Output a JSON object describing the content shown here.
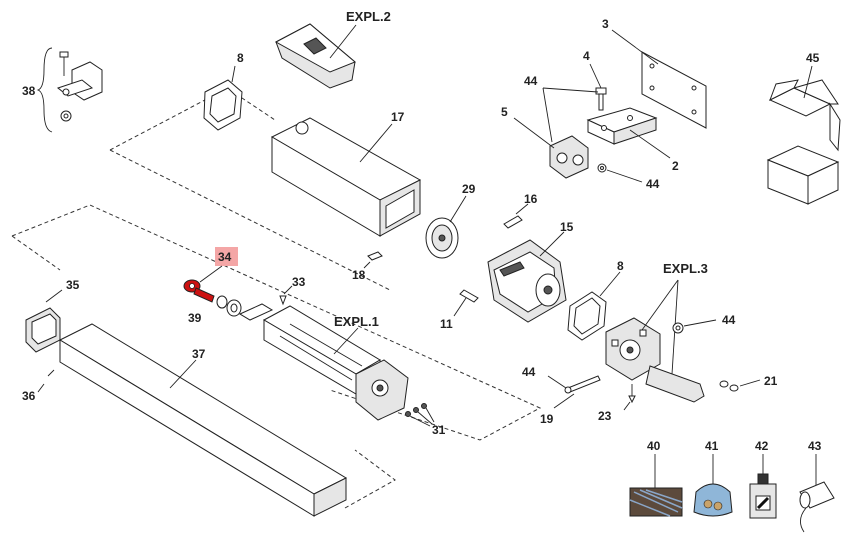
{
  "diagram": {
    "highlight_color": "#f4a6a6",
    "part_highlight_color": "#cc1111",
    "labels": {
      "expl2": "EXPL.2",
      "expl1": "EXPL.1",
      "expl3": "EXPL.3",
      "p38": "38",
      "p8a": "8",
      "p17": "17",
      "p18": "18",
      "p29": "29",
      "p3": "3",
      "p4": "4",
      "p44a": "44",
      "p5": "5",
      "p2": "2",
      "p44b": "44",
      "p45": "45",
      "p16": "16",
      "p15": "15",
      "p11": "11",
      "p8b": "8",
      "p44c": "44",
      "p34": "34",
      "p33": "33",
      "p35": "35",
      "p39": "39",
      "p37": "37",
      "p36": "36",
      "p31": "31",
      "p44d": "44",
      "p19": "19",
      "p23": "23",
      "p21": "21",
      "p40": "40",
      "p41": "41",
      "p42": "42",
      "p43": "43"
    }
  }
}
